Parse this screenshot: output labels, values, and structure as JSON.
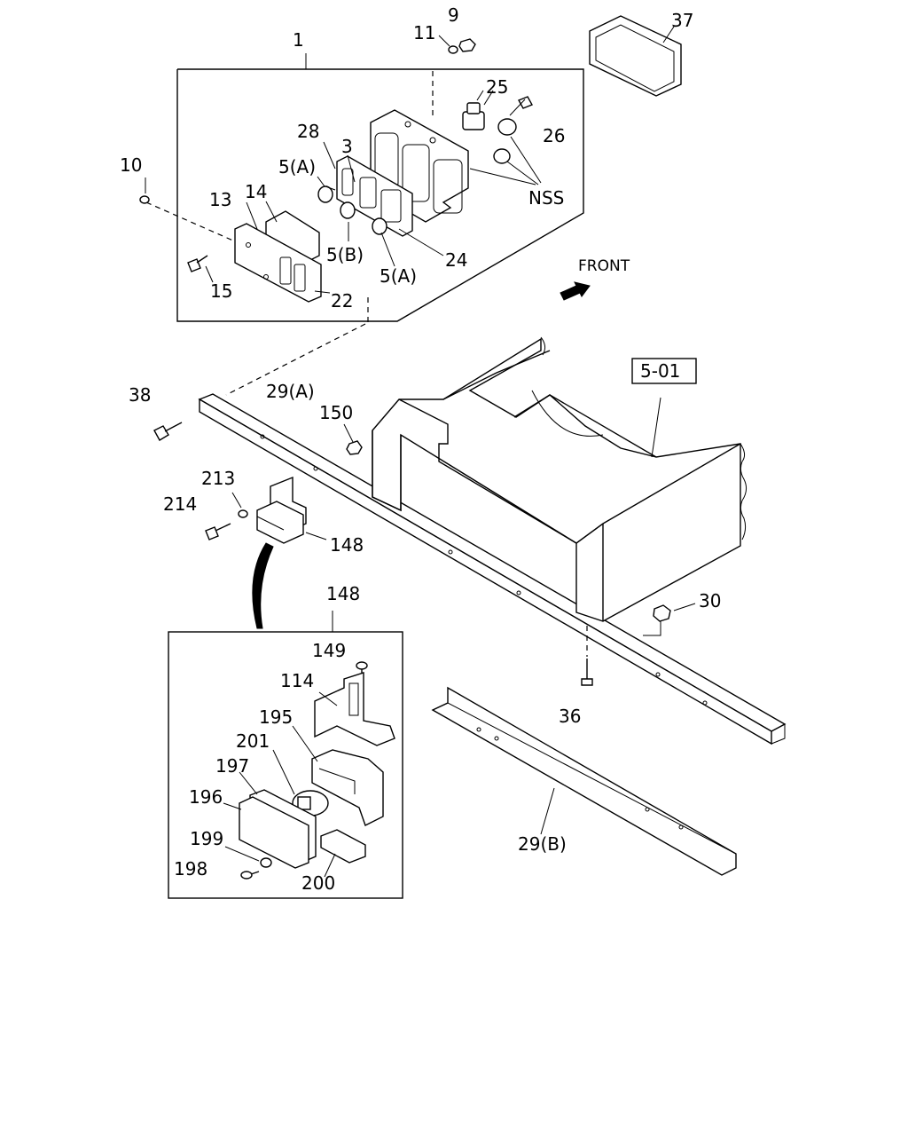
{
  "diagram": {
    "labels": {
      "l1": "1",
      "l9": "9",
      "l11": "11",
      "l37": "37",
      "l25": "25",
      "l26": "26",
      "l28": "28",
      "l3": "3",
      "l5a_top": "5(A)",
      "l10": "10",
      "l13": "13",
      "l14": "14",
      "l5b": "5(B)",
      "l24": "24",
      "l5a_bottom": "5(A)",
      "l15": "15",
      "l22": "22",
      "lnss": "NSS",
      "front": "FRONT",
      "ref501": "5-01",
      "l38": "38",
      "l29a": "29(A)",
      "l150": "150",
      "l213": "213",
      "l214": "214",
      "l148_top": "148",
      "l148_box": "148",
      "l149": "149",
      "l114": "114",
      "l195": "195",
      "l201": "201",
      "l197": "197",
      "l196": "196",
      "l199": "199",
      "l198": "198",
      "l200": "200",
      "l30": "30",
      "l36": "36",
      "l29b": "29(B)"
    },
    "icons": {
      "front_arrow": "front-arrow-icon",
      "pointer_arrow": "curved-pointer-arrow-icon"
    }
  }
}
